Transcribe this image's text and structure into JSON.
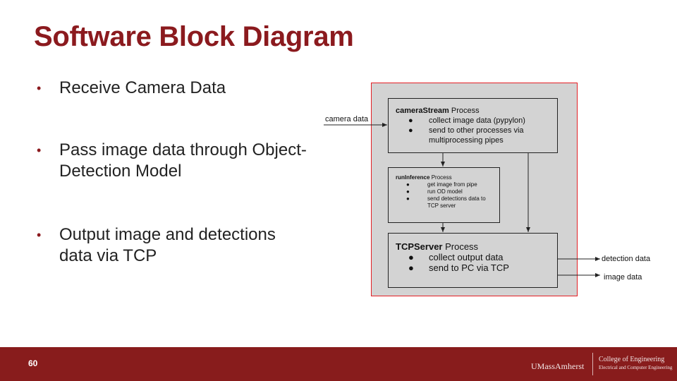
{
  "slide": {
    "title": "Software Block Diagram",
    "page_number": "60"
  },
  "bullets": [
    {
      "dot": "•",
      "text": "Receive Camera Data"
    },
    {
      "dot": "•",
      "text": "Pass image data through Object-Detection Model"
    },
    {
      "dot": "•",
      "text": "Output image and detections data via TCP"
    }
  ],
  "diagram": {
    "camera_stream": {
      "name": "cameraStream",
      "suffix": " Process",
      "items": [
        "collect image data (pypylon)",
        "send to other processes via multiprocessing pipes"
      ]
    },
    "run_inference": {
      "name": "runInference",
      "suffix": " Process",
      "items": [
        "get image from pipe",
        "run OD model",
        "send detections data to TCP server"
      ]
    },
    "tcp_server": {
      "name": "TCPServer",
      "suffix": " Process",
      "items": [
        "collect output data",
        "send to PC via TCP"
      ]
    },
    "inputs": {
      "camera_data": "camera data"
    },
    "outputs": {
      "detection_data": "detection data",
      "image_data": "image data"
    },
    "bullet_glyph": "●"
  },
  "footer": {
    "logo_main": "UMassAmherst",
    "logo_college": "College of Engineering",
    "logo_department": "Electrical and Computer Engineering"
  },
  "colors": {
    "accent": "#8b1a1e",
    "footer_bg": "#881c1c",
    "diagram_bg": "#d3d3d3",
    "diagram_border": "#e31e24"
  }
}
